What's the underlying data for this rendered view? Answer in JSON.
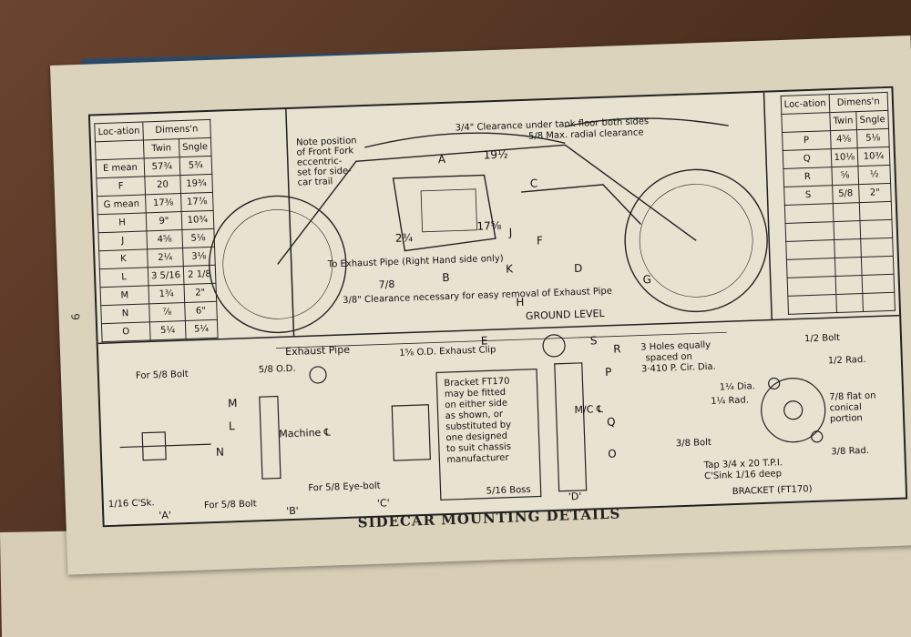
{
  "page_number": "9",
  "caption": "SIDECAR MOUNTING DETAILS",
  "left_table": {
    "header": [
      "Loc-ation",
      "Dimens'n",
      ""
    ],
    "subheader": [
      "",
      "Twin",
      "Sngle"
    ],
    "rows": [
      [
        "E mean",
        "57¾",
        "5¾"
      ],
      [
        "F",
        "20",
        "19¾"
      ],
      [
        "G mean",
        "17⅜",
        "17⅞"
      ],
      [
        "H",
        "9\"",
        "10¾"
      ],
      [
        "J",
        "4⅝",
        "5⅛"
      ],
      [
        "K",
        "2¼",
        "3⅛"
      ],
      [
        "L",
        "3 5/16",
        "2 1/8"
      ],
      [
        "M",
        "1¾",
        "2\""
      ],
      [
        "N",
        "⅞",
        "6\""
      ],
      [
        "O",
        "5¼",
        "5¼"
      ]
    ]
  },
  "right_table": {
    "header": [
      "Loc-ation",
      "Dimens'n",
      ""
    ],
    "subheader": [
      "",
      "Twin",
      "Sngle"
    ],
    "rows": [
      [
        "P",
        "4⅝",
        "5⅛"
      ],
      [
        "Q",
        "10⅛",
        "10¾"
      ],
      [
        "R",
        "⅝",
        "½"
      ],
      [
        "S",
        "5/8",
        "2\""
      ]
    ]
  },
  "notes": {
    "front_fork": "Note position of Front Fork eccentric-set for side-car trail",
    "clearance_tank": "3/4\" Clearance under tank floor both sides",
    "max_radial": "5/8 Max. radial clearance",
    "exhaust_pipe": "To Exhaust Pipe (Right Hand side only)",
    "clearance_exhaust": "3/8\" Clearance necessary for easy removal of Exhaust Pipe",
    "ground_level": "GROUND LEVEL",
    "dim_19_5": "19½",
    "dim_17_5_8": "17⅝",
    "dim_2_3_4": "2¾",
    "dim_7_8": "7/8"
  },
  "detail_labels": {
    "for_bolt_58": "For 5/8 Bolt",
    "exhaust_pipe": "Exhaust Pipe",
    "od_58": "5/8 O.D.",
    "exhaust_clip": "1⅝ O.D. Exhaust Clip",
    "bracket_note": "Bracket FT170 may be fitted on either side as shown, or substituted by one designed to suit chassis manufacturer",
    "machine_cl": "Machine ℄",
    "for_eyebolt": "For 5/8 Eye-bolt",
    "boss": "5/16 Boss",
    "csk": "1/16 C'Sk.",
    "for_bolt_bottom": "For 5/8 Bolt",
    "holes": "3 Holes equally spaced on 3·410 P. Cir. Dia.",
    "bolt_12": "1/2 Bolt",
    "rad_12": "1/2 Rad.",
    "dia_114": "1¼ Dia.",
    "rad_114": "1¼ Rad.",
    "flat": "7/8 flat on conical portion",
    "bolt_38": "3/8 Bolt",
    "tap": "Tap 3/4 x 20 T.P.I. C'Sink 1/16 deep",
    "rad_38": "3/8 Rad.",
    "bracket_name": "BRACKET (FT170)",
    "mc_cl": "M/C ℄",
    "label_a": "'A'",
    "label_b": "'B'",
    "label_c": "'C'",
    "label_d": "'D'"
  }
}
